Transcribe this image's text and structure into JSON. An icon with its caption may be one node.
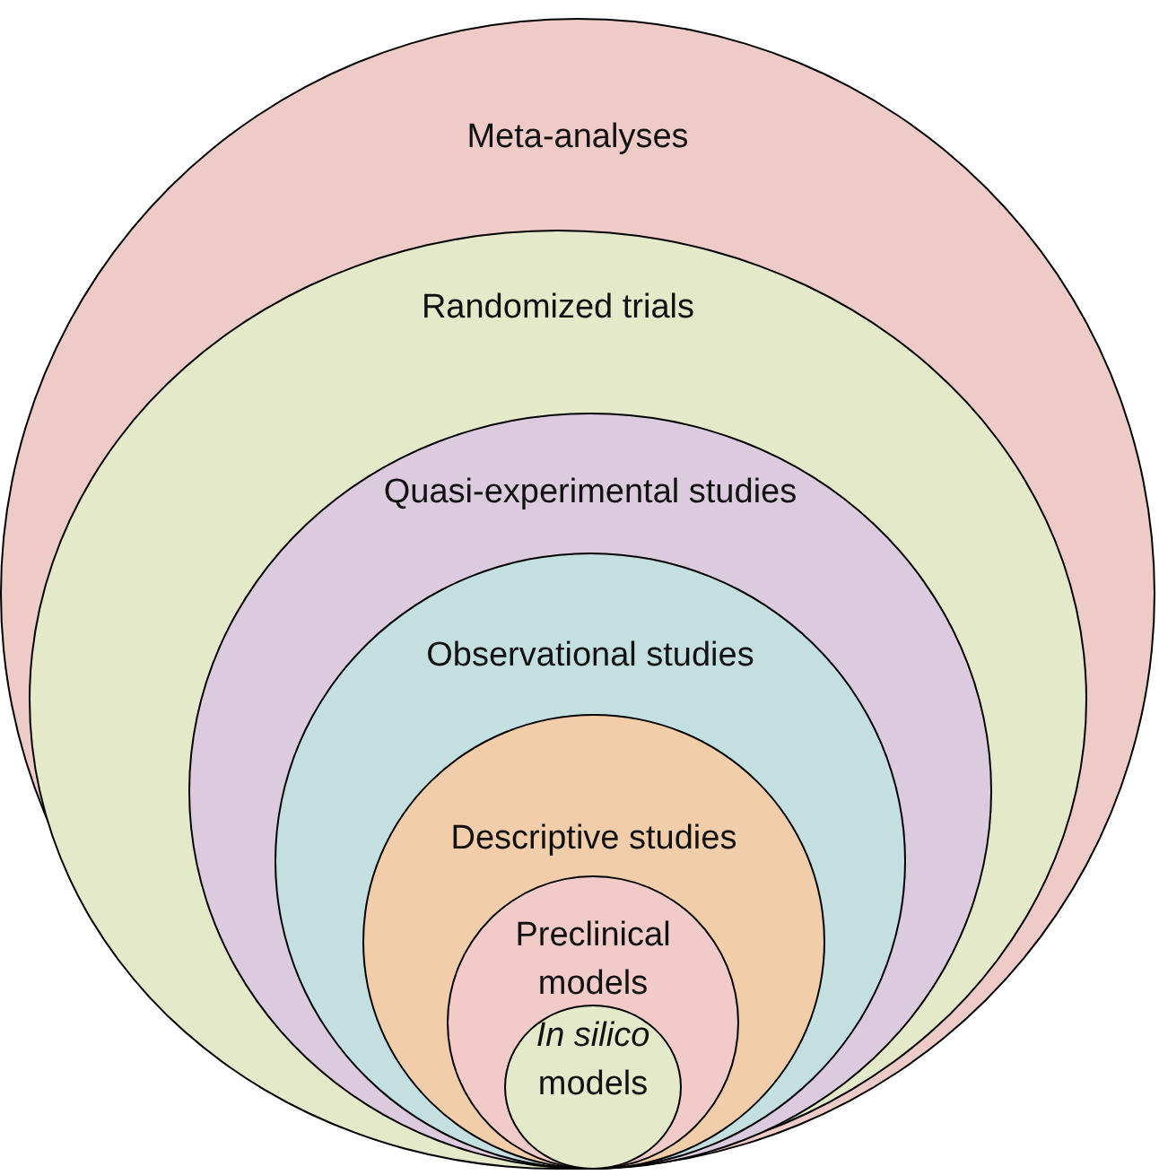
{
  "diagram": {
    "nodes": [
      {
        "text": [
          "Meta-analyses"
        ]
      },
      {
        "text": [
          "Randomized trials"
        ],
        "in": 0
      },
      {
        "text": [
          "Quasi-experimental studies"
        ],
        "in": 1
      },
      {
        "text": [
          "Observational studies"
        ],
        "in": 2
      },
      {
        "text": [
          "Descriptive studies"
        ],
        "in": 3
      },
      {
        "text": [
          "Preclinical models"
        ],
        "in": 4
      },
      {
        "text": [
          "*In silico* models"
        ],
        "in": 5
      }
    ]
  }
}
